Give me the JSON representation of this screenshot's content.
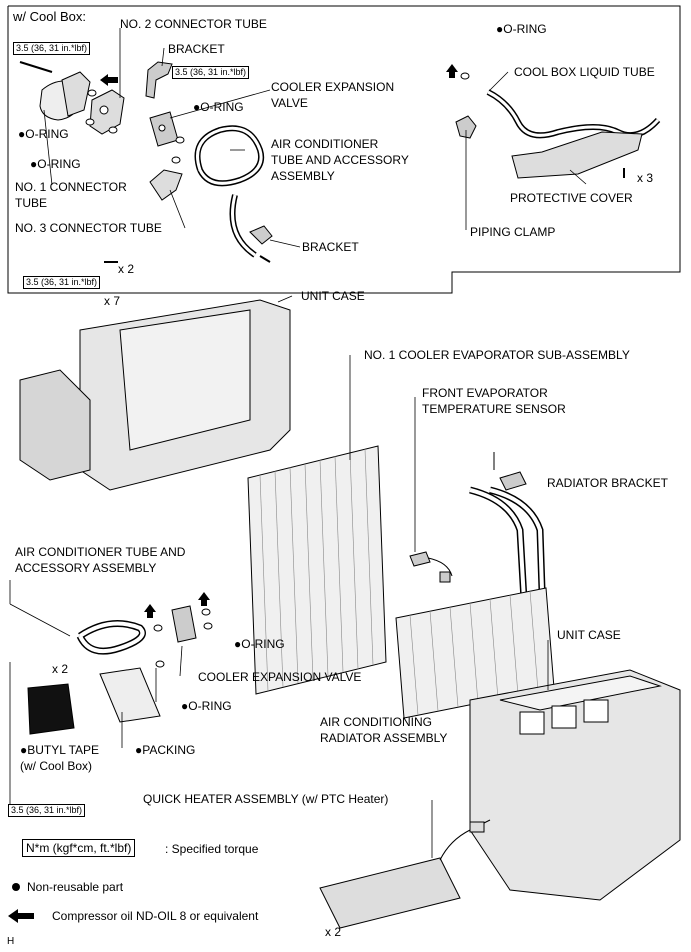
{
  "section_title": "w/ Cool Box:",
  "labels": {
    "no2_connector_tube": "NO. 2 CONNECTOR TUBE",
    "bracket_top": "BRACKET",
    "cooler_exp_valve_top": "COOLER EXPANSION",
    "cooler_exp_valve_top2": "VALVE",
    "oring_top_mid": "O-RING",
    "oring_left1": "O-RING",
    "oring_left2": "O-RING",
    "ac_tube_top1": "AIR CONDITIONER",
    "ac_tube_top2": "TUBE AND ACCESSORY",
    "ac_tube_top3": "ASSEMBLY",
    "no1_connector_tube1": "NO. 1 CONNECTOR",
    "no1_connector_tube2": "TUBE",
    "no3_connector_tube": "NO. 3 CONNECTOR TUBE",
    "bracket_mid": "BRACKET",
    "oring_right_top": "O-RING",
    "cool_box_liquid_tube": "COOL BOX LIQUID TUBE",
    "protective_cover": "PROTECTIVE COVER",
    "piping_clamp": "PIPING CLAMP",
    "x3": "x 3",
    "x2_top": "x 2",
    "x7": "x 7",
    "unit_case_top": "UNIT CASE",
    "no1_cooler_evap": "NO. 1 COOLER EVAPORATOR SUB-ASSEMBLY",
    "front_evap_sensor1": "FRONT EVAPORATOR",
    "front_evap_sensor2": "TEMPERATURE SENSOR",
    "radiator_bracket": "RADIATOR BRACKET",
    "ac_tube_lower1": "AIR CONDITIONER TUBE AND",
    "ac_tube_lower2": "ACCESSORY ASSEMBLY",
    "oring_lower_right": "O-RING",
    "x2_lower": "x 2",
    "cooler_exp_valve_lower": "COOLER EXPANSION VALVE",
    "oring_lower_mid": "O-RING",
    "unit_case_lower": "UNIT CASE",
    "ac_radiator1": "AIR CONDITIONING",
    "ac_radiator2": "RADIATOR ASSEMBLY",
    "butyl_tape1": "BUTYL TAPE",
    "butyl_tape2": "(w/ Cool Box)",
    "packing": "PACKING",
    "quick_heater": "QUICK HEATER ASSEMBLY (w/ PTC Heater)",
    "x2_bottom": "x 2",
    "footer_code": "H"
  },
  "torque_values": {
    "t1": "3.5 (36, 31 in.*lbf)",
    "t2": "3.5 (36, 31 in.*lbf)",
    "t3": "3.5 (36, 31 in.*lbf)",
    "t4": "3.5 (36, 31 in.*lbf)"
  },
  "legend": {
    "torque_unit": "N*m (kgf*cm, ft.*lbf)",
    "torque_desc": ": Specified torque",
    "nonreusable": "Non-reusable part",
    "compressor_oil": "Compressor oil ND-OIL 8 or equivalent"
  }
}
